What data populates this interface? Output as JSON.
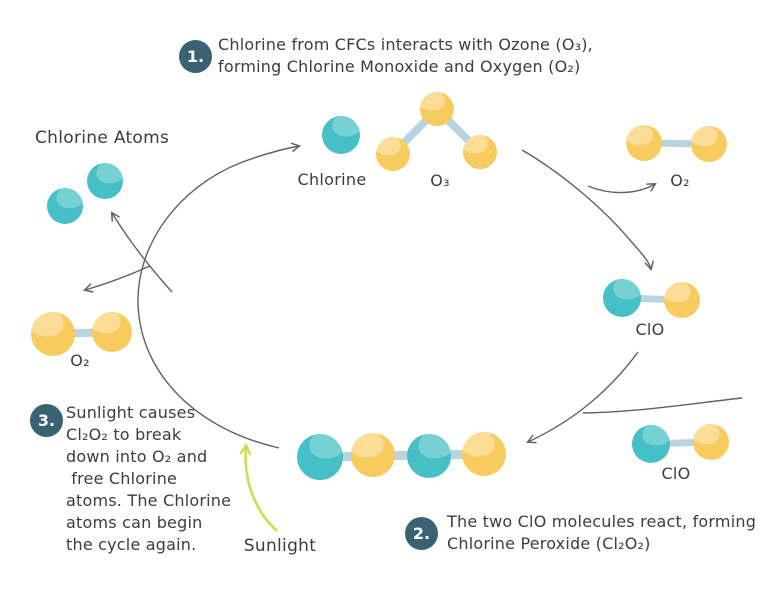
{
  "palette": {
    "chlorine": "#46c0c6",
    "chlorine_light": "#7fd4d6",
    "oxygen": "#f8cb5e",
    "oxygen_light": "#fbdf9e",
    "bond": "#b9d4de",
    "arrow": "#616161",
    "sunlight_arrow": "#cddd55",
    "badge_bg": "#3b6272",
    "badge_text": "#ffffff",
    "text": "#3d3d3d",
    "background": "#ffffff"
  },
  "steps": [
    {
      "number": "1.",
      "lines": [
        "Chlorine from CFCs interacts with Ozone (O₃),",
        "forming Chlorine Monoxide and Oxygen (O₂)"
      ]
    },
    {
      "number": "2.",
      "lines": [
        "The two ClO molecules react, forming",
        "Chlorine Peroxide (Cl₂O₂)"
      ]
    },
    {
      "number": "3.",
      "lines": [
        "Sunlight causes",
        "Cl₂O₂ to break",
        "down into O₂ and",
        " free Chlorine",
        "atoms. The Chlorine",
        "atoms can begin",
        "the cycle again."
      ]
    }
  ],
  "labels": {
    "chlorine_atoms": "Chlorine Atoms",
    "chlorine": "Chlorine",
    "ozone": "O₃",
    "oxygen_top": "O₂",
    "clo_right": "ClO",
    "clo_bottom": "ClO",
    "oxygen_left": "O₂",
    "sunlight": "Sunlight"
  },
  "molecules": {
    "chlorine_atoms": {
      "atoms": [
        "Cl",
        "Cl"
      ]
    },
    "chlorine": {
      "atoms": [
        "Cl"
      ]
    },
    "ozone": {
      "atoms": [
        "O",
        "O",
        "O"
      ],
      "shape": "bent"
    },
    "oxygen_top": {
      "atoms": [
        "O",
        "O"
      ]
    },
    "clo_right": {
      "atoms": [
        "Cl",
        "O"
      ]
    },
    "clo_bottom": {
      "atoms": [
        "Cl",
        "O"
      ]
    },
    "chlorine_peroxide": {
      "atoms": [
        "Cl",
        "O",
        "Cl",
        "O"
      ]
    },
    "oxygen_left": {
      "atoms": [
        "O",
        "O"
      ]
    }
  }
}
